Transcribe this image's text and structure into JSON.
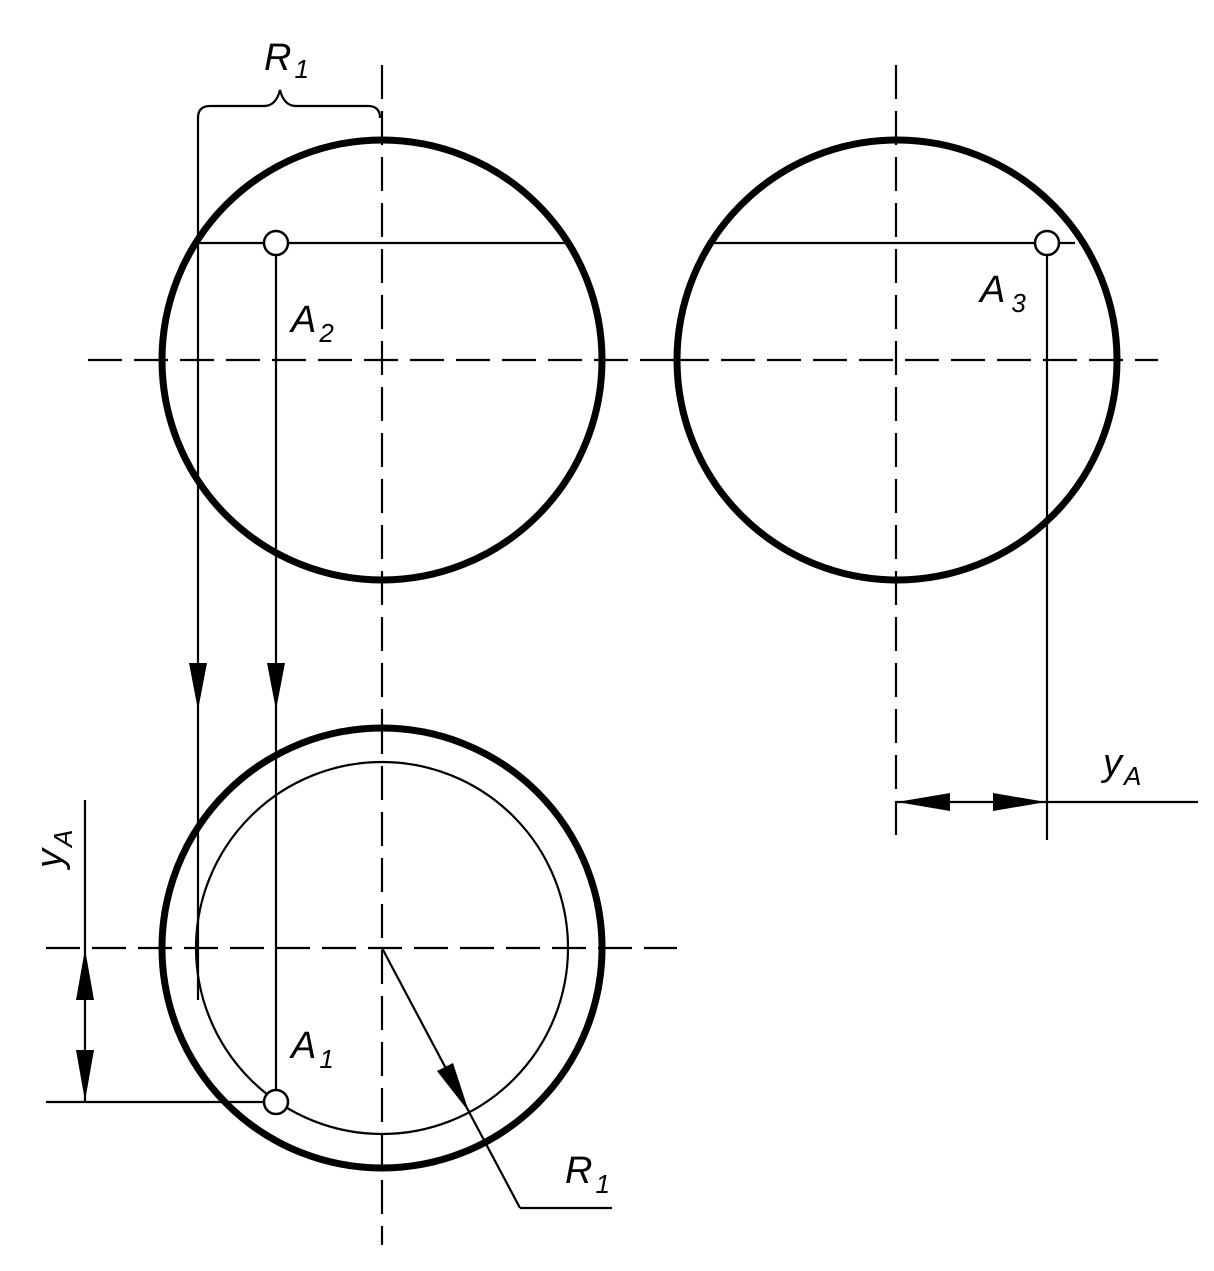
{
  "labels": {
    "r1_top": {
      "main": "R",
      "sub": "1"
    },
    "a2": {
      "main": "A",
      "sub": "2"
    },
    "a3": {
      "main": "A",
      "sub": "3"
    },
    "ya_right": {
      "main": "y",
      "sub": "A"
    },
    "ya_left": {
      "main": "y",
      "sub": "A"
    },
    "a1": {
      "main": "A",
      "sub": "1"
    },
    "r1_bottom": {
      "main": "R",
      "sub": "1"
    }
  }
}
